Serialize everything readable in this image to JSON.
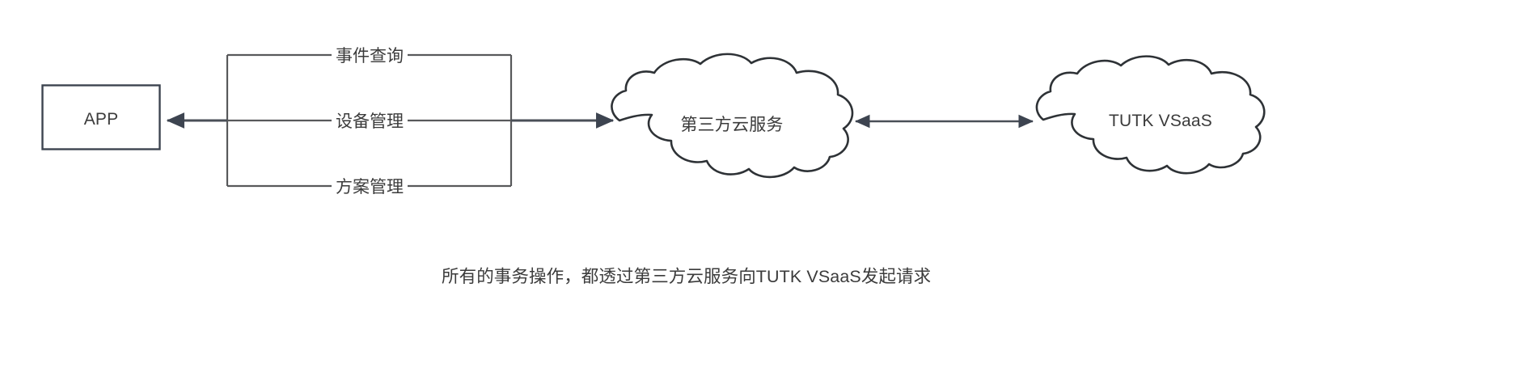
{
  "diagram": {
    "background_color": "#ffffff",
    "stroke_color": "#3d4450",
    "text_color": "#3b3b3b",
    "nodes": [
      {
        "id": "app",
        "shape": "rectangle",
        "label": "APP"
      },
      {
        "id": "third_party_cloud",
        "shape": "cloud",
        "label": "第三方云服务"
      },
      {
        "id": "tutk_vsaas",
        "shape": "cloud",
        "label": "TUTK VSaaS"
      }
    ],
    "bracket_labels": [
      {
        "id": "event_query",
        "label": "事件查询"
      },
      {
        "id": "device_management",
        "label": "设备管理"
      },
      {
        "id": "plan_management",
        "label": "方案管理"
      }
    ],
    "edges": [
      {
        "id": "app-to-bracket",
        "direction": "left",
        "from": "bracket",
        "to": "app"
      },
      {
        "id": "bracket-to-cloud",
        "direction": "right",
        "from": "bracket",
        "to": "third_party_cloud"
      },
      {
        "id": "cloud-to-vsaas",
        "direction": "both",
        "from": "third_party_cloud",
        "to": "tutk_vsaas"
      }
    ],
    "caption": "所有的事务操作，都透过第三方云服务向TUTK VSaaS发起请求"
  }
}
